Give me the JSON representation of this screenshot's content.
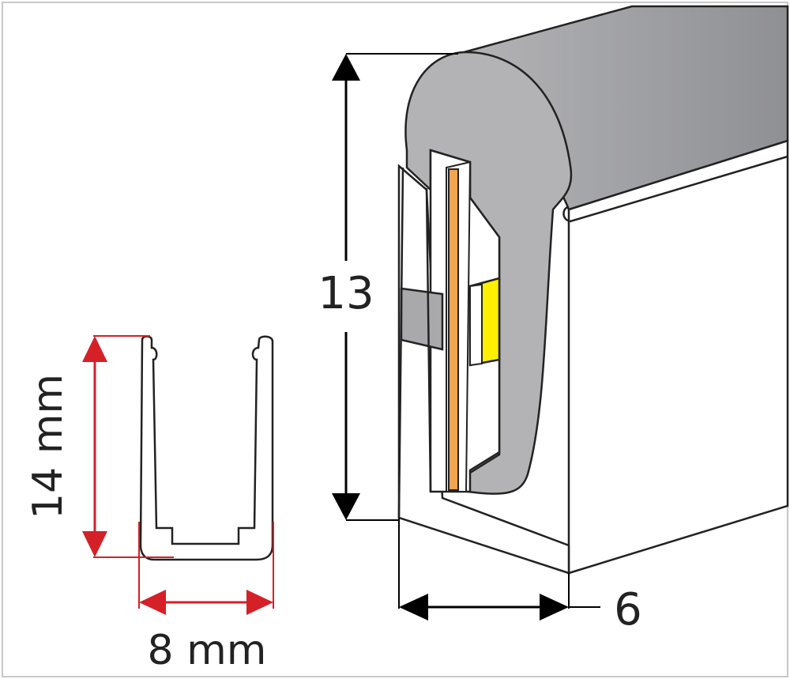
{
  "labels": {
    "height_large": "13",
    "width_large": "6",
    "height_channel": "14 mm",
    "width_channel": "8 mm"
  },
  "colors": {
    "silicone": "#a9a9ac",
    "body": "#ffffff",
    "outline": "#222222",
    "pcb": "#f0a552",
    "led": "#ffef00",
    "dimension_red": "#d52027",
    "dimension_black": "#000000"
  }
}
